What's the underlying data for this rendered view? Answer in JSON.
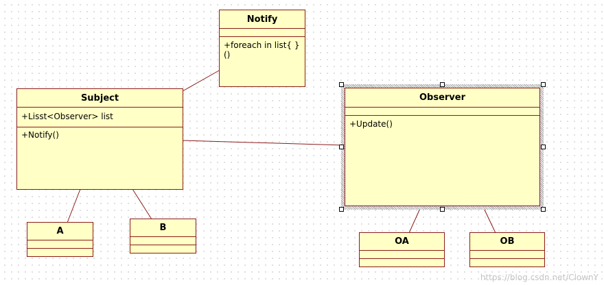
{
  "classes": {
    "notify": {
      "name": "Notify",
      "attributes": "",
      "operations": "+foreach in list{ }()"
    },
    "subject": {
      "name": "Subject",
      "attributes": "+Lisst<Observer> list",
      "operations": "+Notify()"
    },
    "observer": {
      "name": "Observer",
      "attributes": "",
      "operations": "+Update()"
    },
    "a": {
      "name": "A"
    },
    "b": {
      "name": "B"
    },
    "oa": {
      "name": "OA"
    },
    "ob": {
      "name": "OB"
    }
  },
  "selected_class": "Observer",
  "watermark": "https://blog.csdn.net/ClownY",
  "colors": {
    "class_fill": "#ffffc6",
    "class_border": "#8a1a1a",
    "link_line": "#8a1a1a"
  }
}
